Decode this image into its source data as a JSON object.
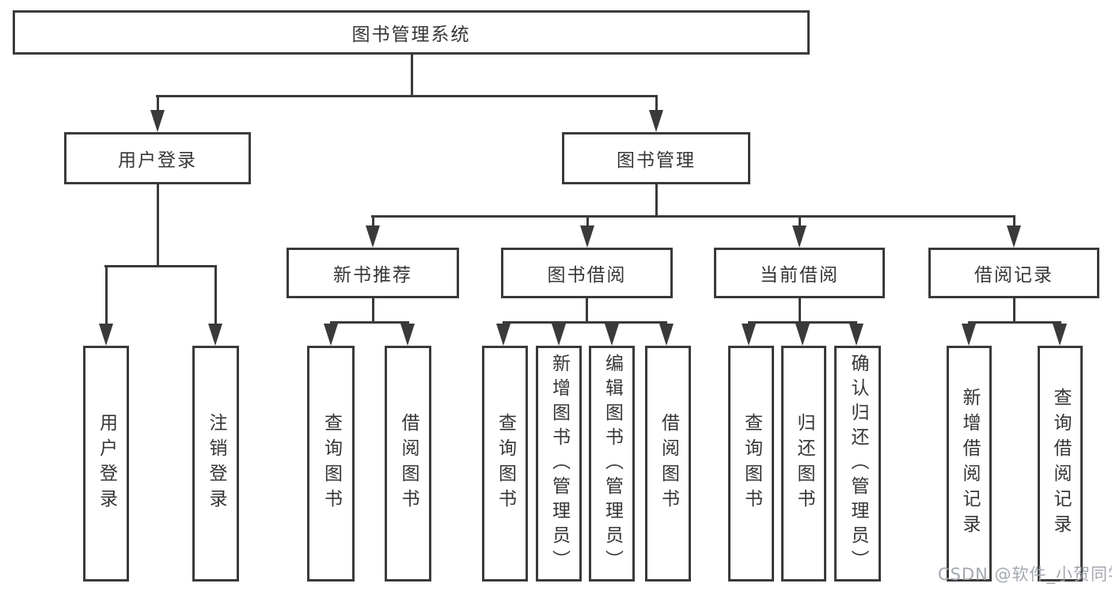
{
  "title": "图书管理系统",
  "level2": {
    "user_login": "用户登录",
    "book_mgmt": "图书管理"
  },
  "level3": {
    "new_book_rec": "新书推荐",
    "book_borrow": "图书借阅",
    "current_borrow": "当前借阅",
    "borrow_records": "借阅记录"
  },
  "leaves": {
    "user_login": [
      "用户登录",
      "注销登录"
    ],
    "new_book_rec": [
      "查询图书",
      "借阅图书"
    ],
    "book_borrow": [
      "查询图书",
      "新增图书（管理员）",
      "编辑图书（管理员）",
      "借阅图书"
    ],
    "current_borrow": [
      "查询图书",
      "归还图书",
      "确认归还（管理员）"
    ],
    "borrow_records": [
      "新增借阅记录",
      "查询借阅记录"
    ]
  },
  "watermark": "CSDN @软件_小贺同学",
  "colors": {
    "line": "#3a3a3a",
    "text": "#363636",
    "watermark": "#9ea3ab",
    "background": "#ffffff"
  }
}
